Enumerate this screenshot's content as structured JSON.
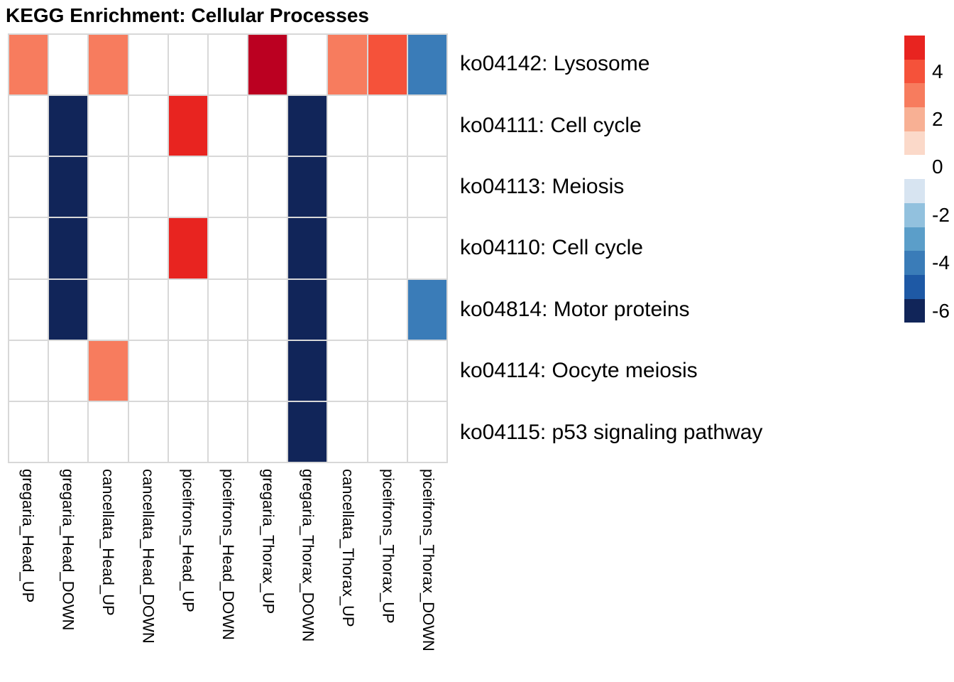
{
  "title": "KEGG Enrichment: Cellular Processes",
  "chart_data": {
    "type": "heatmap",
    "title": "KEGG Enrichment: Cellular Processes",
    "columns": [
      "gregaria_Head_UP",
      "gregaria_Head_DOWN",
      "cancellata_Head_UP",
      "cancellata_Head_DOWN",
      "piceifrons_Head_UP",
      "piceifrons_Head_DOWN",
      "gregaria_Thorax_UP",
      "gregaria_Thorax_DOWN",
      "cancellata_Thorax_UP",
      "piceifrons_Thorax_UP",
      "piceifrons_Thorax_DOWN"
    ],
    "rows": [
      "ko04142: Lysosome",
      "ko04111: Cell cycle",
      "ko04113: Meiosis",
      "ko04110: Cell cycle",
      "ko04814: Motor proteins",
      "ko04114: Oocyte meiosis",
      "ko04115: p53 signaling pathway"
    ],
    "values": [
      [
        3,
        null,
        3,
        null,
        null,
        null,
        6,
        null,
        3,
        4,
        -4
      ],
      [
        null,
        -6,
        null,
        null,
        5,
        null,
        null,
        -6,
        null,
        null,
        null
      ],
      [
        null,
        -6,
        null,
        null,
        null,
        null,
        null,
        -6,
        null,
        null,
        null
      ],
      [
        null,
        -6,
        null,
        null,
        5,
        null,
        null,
        -6,
        null,
        null,
        null
      ],
      [
        null,
        -6,
        null,
        null,
        null,
        null,
        null,
        -6,
        null,
        null,
        -4
      ],
      [
        null,
        null,
        3,
        null,
        null,
        null,
        null,
        -6,
        null,
        null,
        null
      ],
      [
        null,
        null,
        null,
        null,
        null,
        null,
        null,
        -6,
        null,
        null,
        null
      ]
    ],
    "value_colors": {
      "6": "#BB0021",
      "5": "#E82420",
      "4": "#F5523A",
      "3": "#F77C5E",
      "2": "#F8B094",
      "1": "#FBD9C9",
      "0": "#FFFFFF",
      "-1": "#D7E4F1",
      "-2": "#92C1DE",
      "-3": "#5B9EC9",
      "-4": "#3A7CB8",
      "-5": "#1E59A5",
      "-6": "#112559"
    },
    "empty_color": "#FFFFFF",
    "grid_color": "#D8D8D8",
    "legend": {
      "position": "right",
      "slot_values": [
        5,
        4,
        3,
        2,
        1,
        0,
        -1,
        -2,
        -3,
        -4,
        -5,
        -6
      ],
      "tick_labels": [
        "4",
        "2",
        "0",
        "-2",
        "-4",
        "-6"
      ],
      "tick_values": [
        4,
        2,
        0,
        -2,
        -4,
        -6
      ]
    },
    "xlabel": "",
    "ylabel": "",
    "grid_on": true
  }
}
